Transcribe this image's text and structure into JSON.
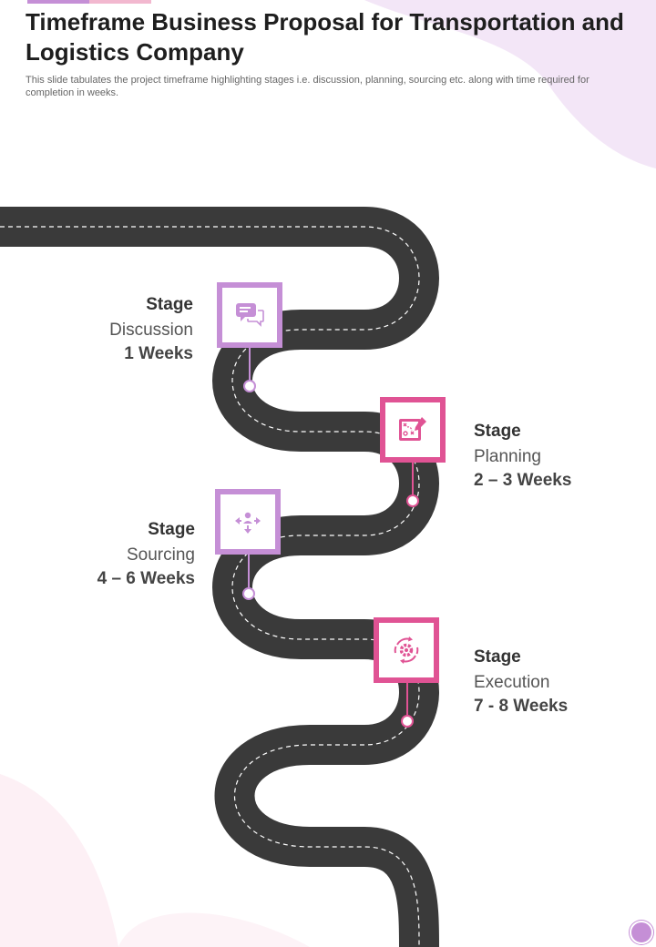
{
  "header": {
    "title": "Timeframe Business Proposal for Transportation and Logistics Company",
    "subtitle": "This slide tabulates the project timeframe highlighting stages i.e. discussion, planning, sourcing etc. along with time required for completion in weeks."
  },
  "colors": {
    "purple": "#c58fd6",
    "pink": "#e05394",
    "road": "#3a3a3a"
  },
  "stages": [
    {
      "stage_label": "Stage",
      "name": "Discussion",
      "duration": "1 Weeks",
      "icon": "chat-bubbles-icon"
    },
    {
      "stage_label": "Stage",
      "name": "Planning",
      "duration": "2 – 3 Weeks",
      "icon": "strategy-board-icon"
    },
    {
      "stage_label": "Stage",
      "name": "Sourcing",
      "duration": "4 – 6 Weeks",
      "icon": "person-arrows-icon"
    },
    {
      "stage_label": "Stage",
      "name": "Execution",
      "duration": "7 - 8 Weeks",
      "icon": "gear-cycle-icon"
    }
  ]
}
